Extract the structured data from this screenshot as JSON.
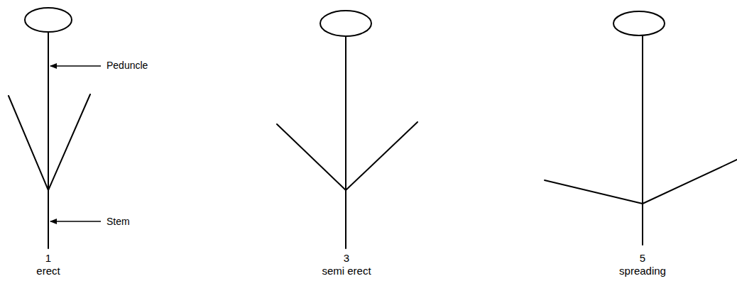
{
  "diagram": {
    "labels": [
      "Peduncle",
      "Stem",
      "1",
      "erect",
      "3",
      "semi erect",
      "5",
      "spreading"
    ]
  }
}
